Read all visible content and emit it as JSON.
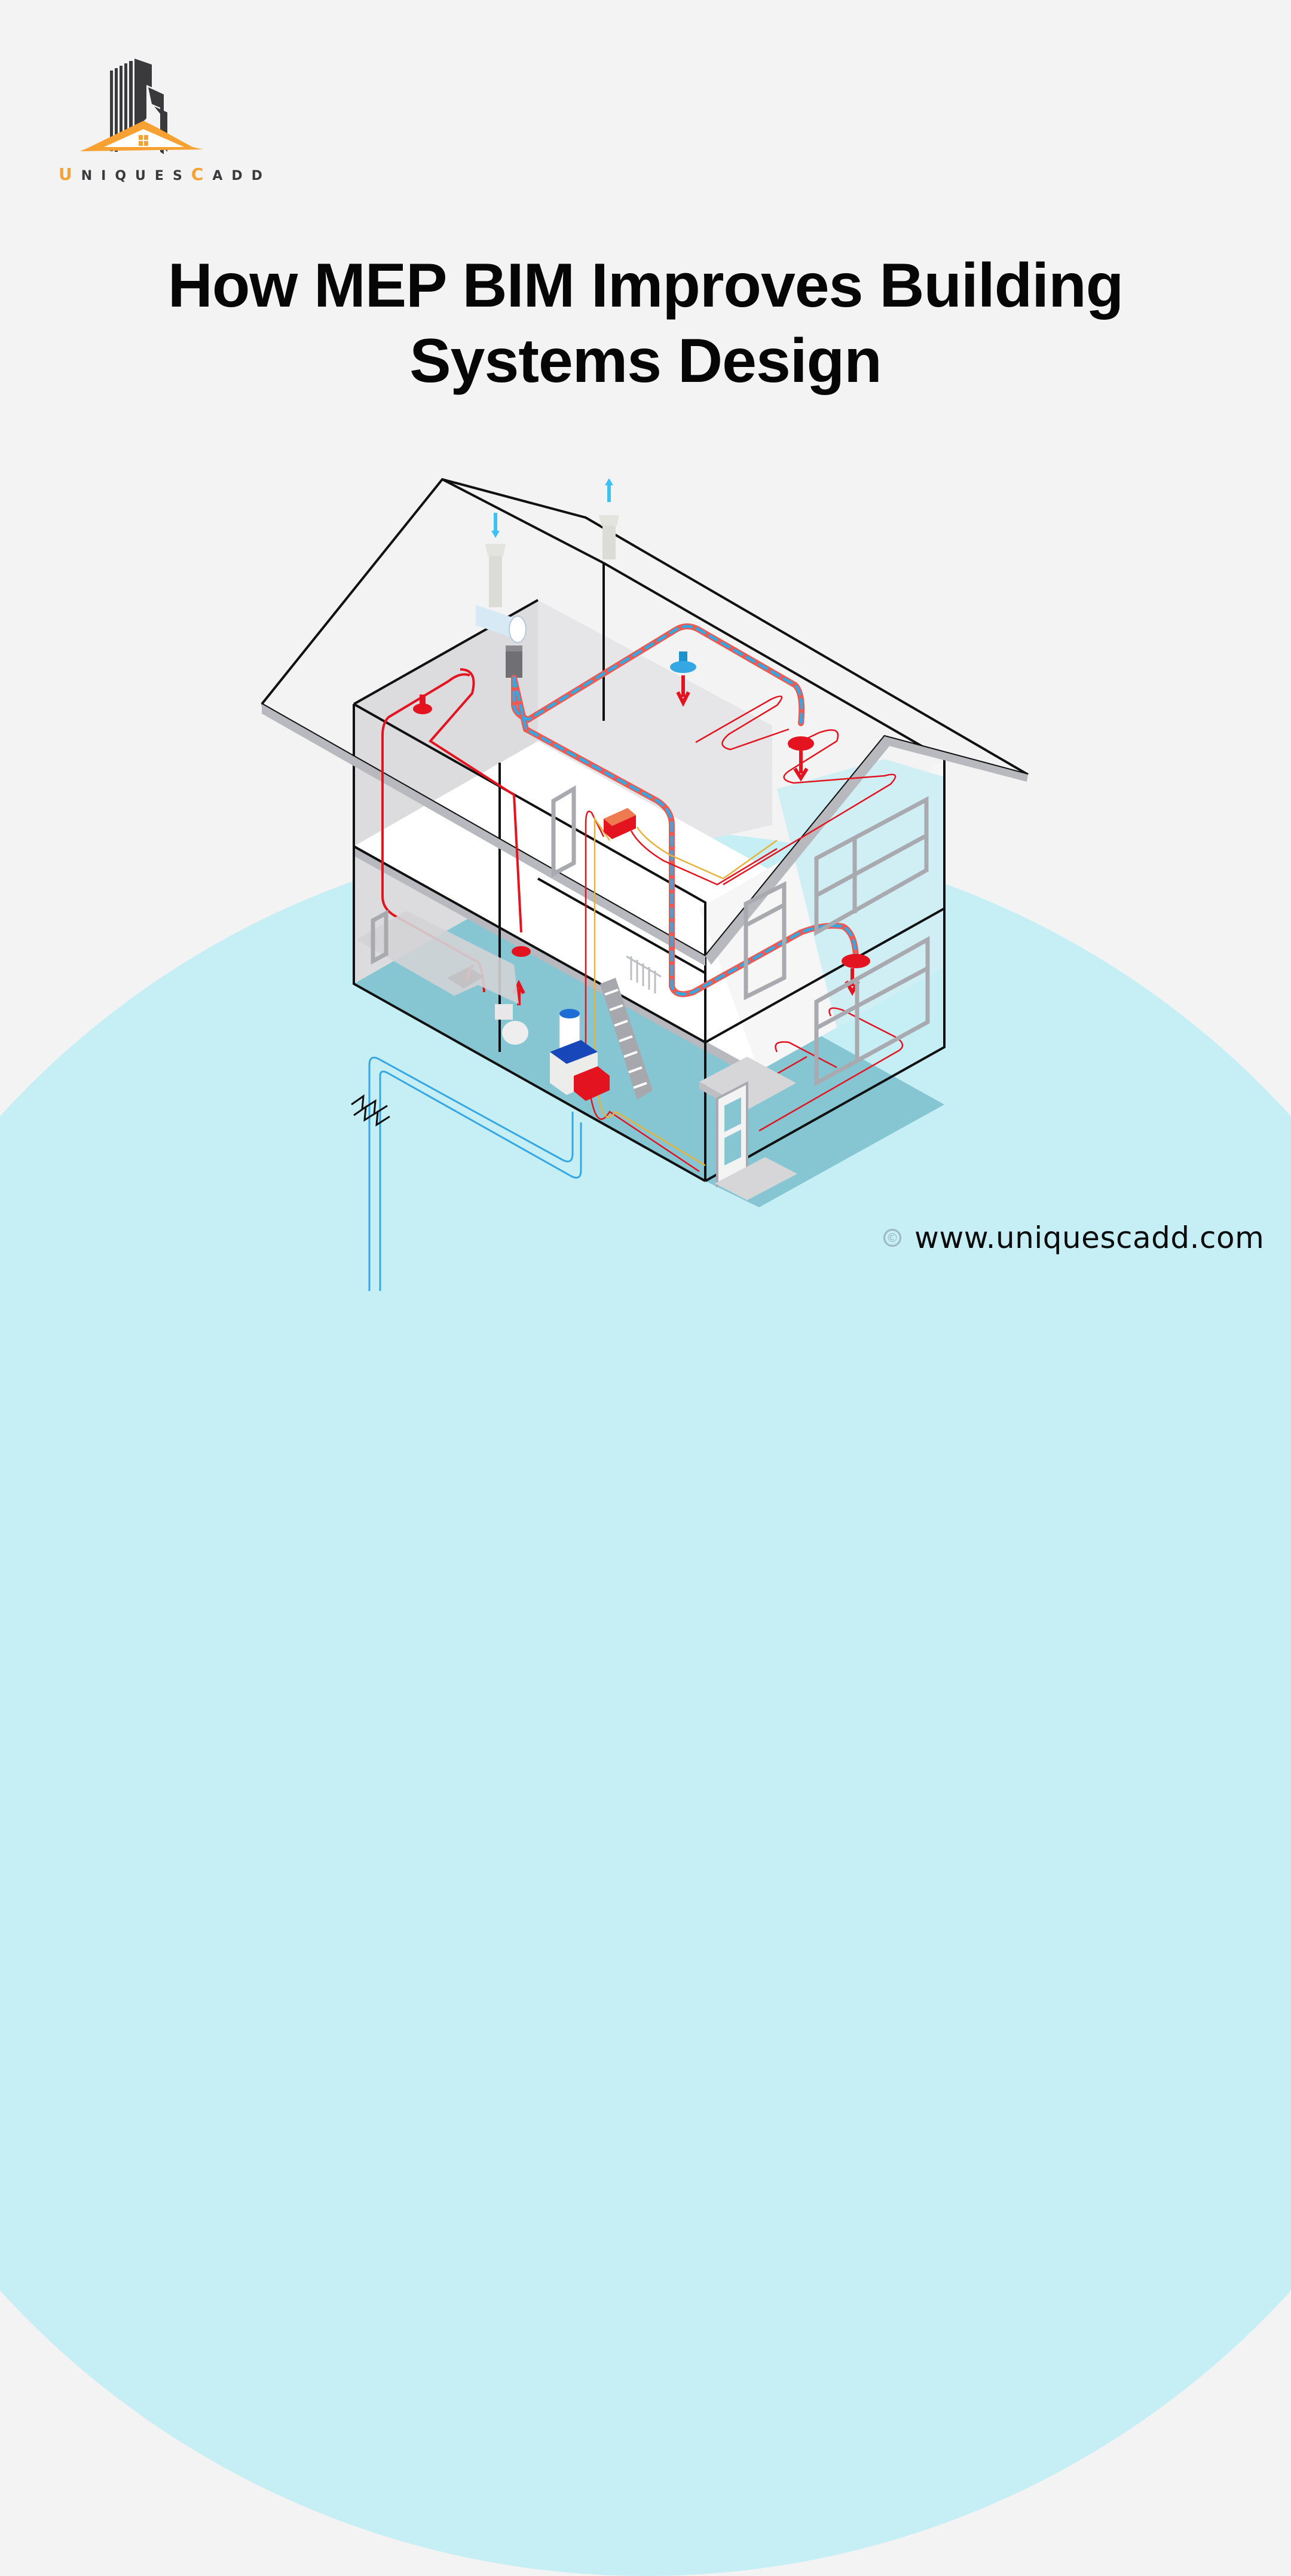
{
  "brand": {
    "name_prefix": "U",
    "name_mid": "NIQUES",
    "name_accent": "C",
    "name_suffix": "ADD",
    "full_name": "UniquesCadd",
    "logo_icon": "building-house-logo-icon",
    "colors": {
      "accent": "#f6a131",
      "dark": "#3a3a3c"
    }
  },
  "headline": {
    "line1": "How MEP BIM Improves Building",
    "line2": "Systems Design"
  },
  "illustration": {
    "subject": "isometric-house-mep-cutaway",
    "elements": [
      "roof",
      "ventilation-intake",
      "exhaust-vent",
      "heat-recovery-unit",
      "supply-return-duct",
      "radiant-floor-heating",
      "water-heater",
      "boiler",
      "electrical-panel",
      "staircase",
      "toilet",
      "kitchen-cooktop",
      "door",
      "windows",
      "underground-utility-lines"
    ],
    "colors": {
      "background": "#f3f3f3",
      "hemisphere": "#c6eef5",
      "floor": "#86c6d3",
      "heating": "#e3141f",
      "cooling": "#35a7e2",
      "electric": "#e7b23a",
      "outline": "#111111",
      "walls": "#e2e2e4"
    }
  },
  "footer": {
    "copyright_symbol": "©",
    "website": "www.uniquescadd.com"
  }
}
